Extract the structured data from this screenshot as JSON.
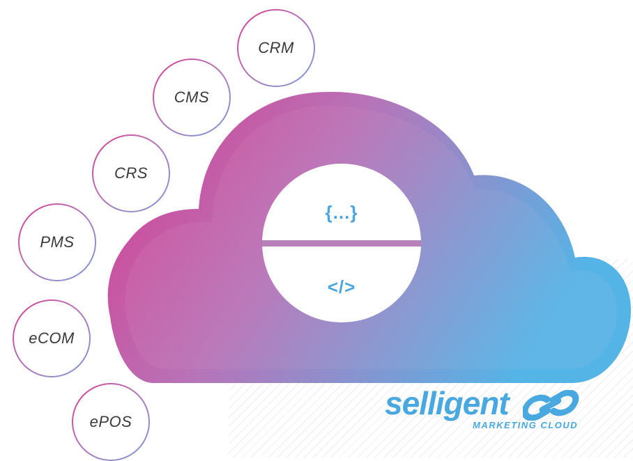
{
  "integrations": [
    {
      "id": "crm",
      "label": "CRM"
    },
    {
      "id": "cms",
      "label": "CMS"
    },
    {
      "id": "crs",
      "label": "CRS"
    },
    {
      "id": "pms",
      "label": "PMS"
    },
    {
      "id": "ecom",
      "label": "eCOM"
    },
    {
      "id": "epos",
      "label": "ePOS"
    }
  ],
  "cloud": {
    "top_symbol": "{...}",
    "bottom_symbol": "</>"
  },
  "brand": {
    "name": "selligent",
    "tagline": "MARKETING CLOUD"
  },
  "colors": {
    "gradient_pink": "#d63c8f",
    "gradient_purple": "#b873b8",
    "gradient_blue": "#55b4e6",
    "symbol_blue": "#4aa6e0",
    "brand_blue": "#4aa8e0",
    "label_text": "#3a3a3a"
  }
}
